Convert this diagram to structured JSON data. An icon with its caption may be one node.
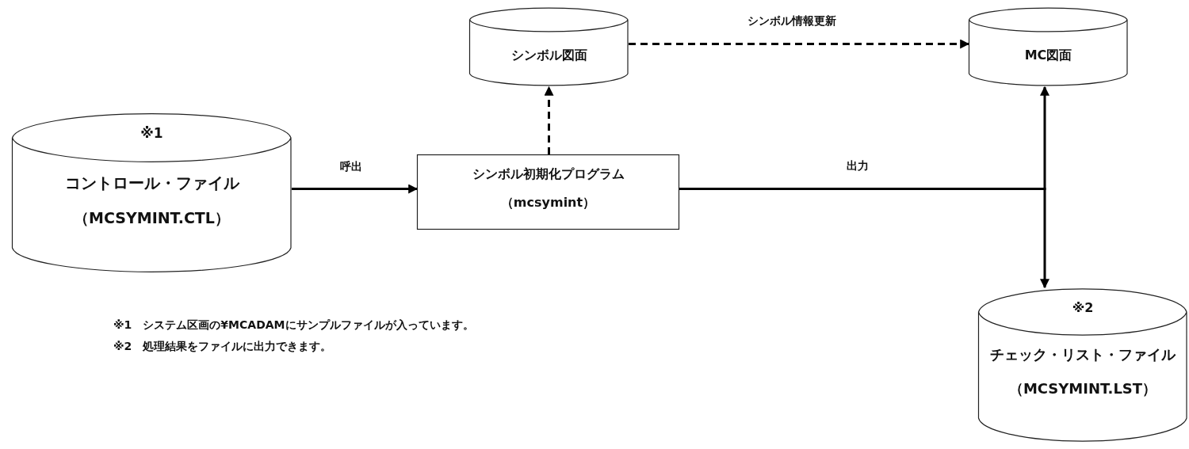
{
  "diagram": {
    "nodes": [
      {
        "text": [
          "※1",
          "コントロール・ファイル",
          "（MCSYMINT.CTL）"
        ]
      },
      {
        "text": [
          "シンボル初期化プログラム",
          "（mcsymint）"
        ]
      },
      {
        "text": [
          "シンボル図面"
        ]
      },
      {
        "text": [
          "MC図面"
        ]
      },
      {
        "text": [
          "※2",
          "チェック・リスト・ファイル",
          "（MCSYMINT.LST）"
        ]
      }
    ],
    "edges": [
      {
        "from": 0,
        "to": 1,
        "arrow": "to",
        "label": "呼出"
      },
      {
        "from": 1,
        "to": 2,
        "arrow": "to",
        "style": "dashed"
      },
      {
        "from": 2,
        "to": 3,
        "arrow": "to",
        "style": "dashed",
        "label": "シンボル情報更新"
      },
      {
        "from": 1,
        "to": 3,
        "arrow": "to",
        "label": "出力"
      },
      {
        "from": 1,
        "to": 4,
        "arrow": "to"
      }
    ],
    "labels": [
      "※1　システム区画の¥MCADAMにサンプルファイルが入っています。",
      "※2　処理結果をファイルに出力できます。"
    ]
  }
}
